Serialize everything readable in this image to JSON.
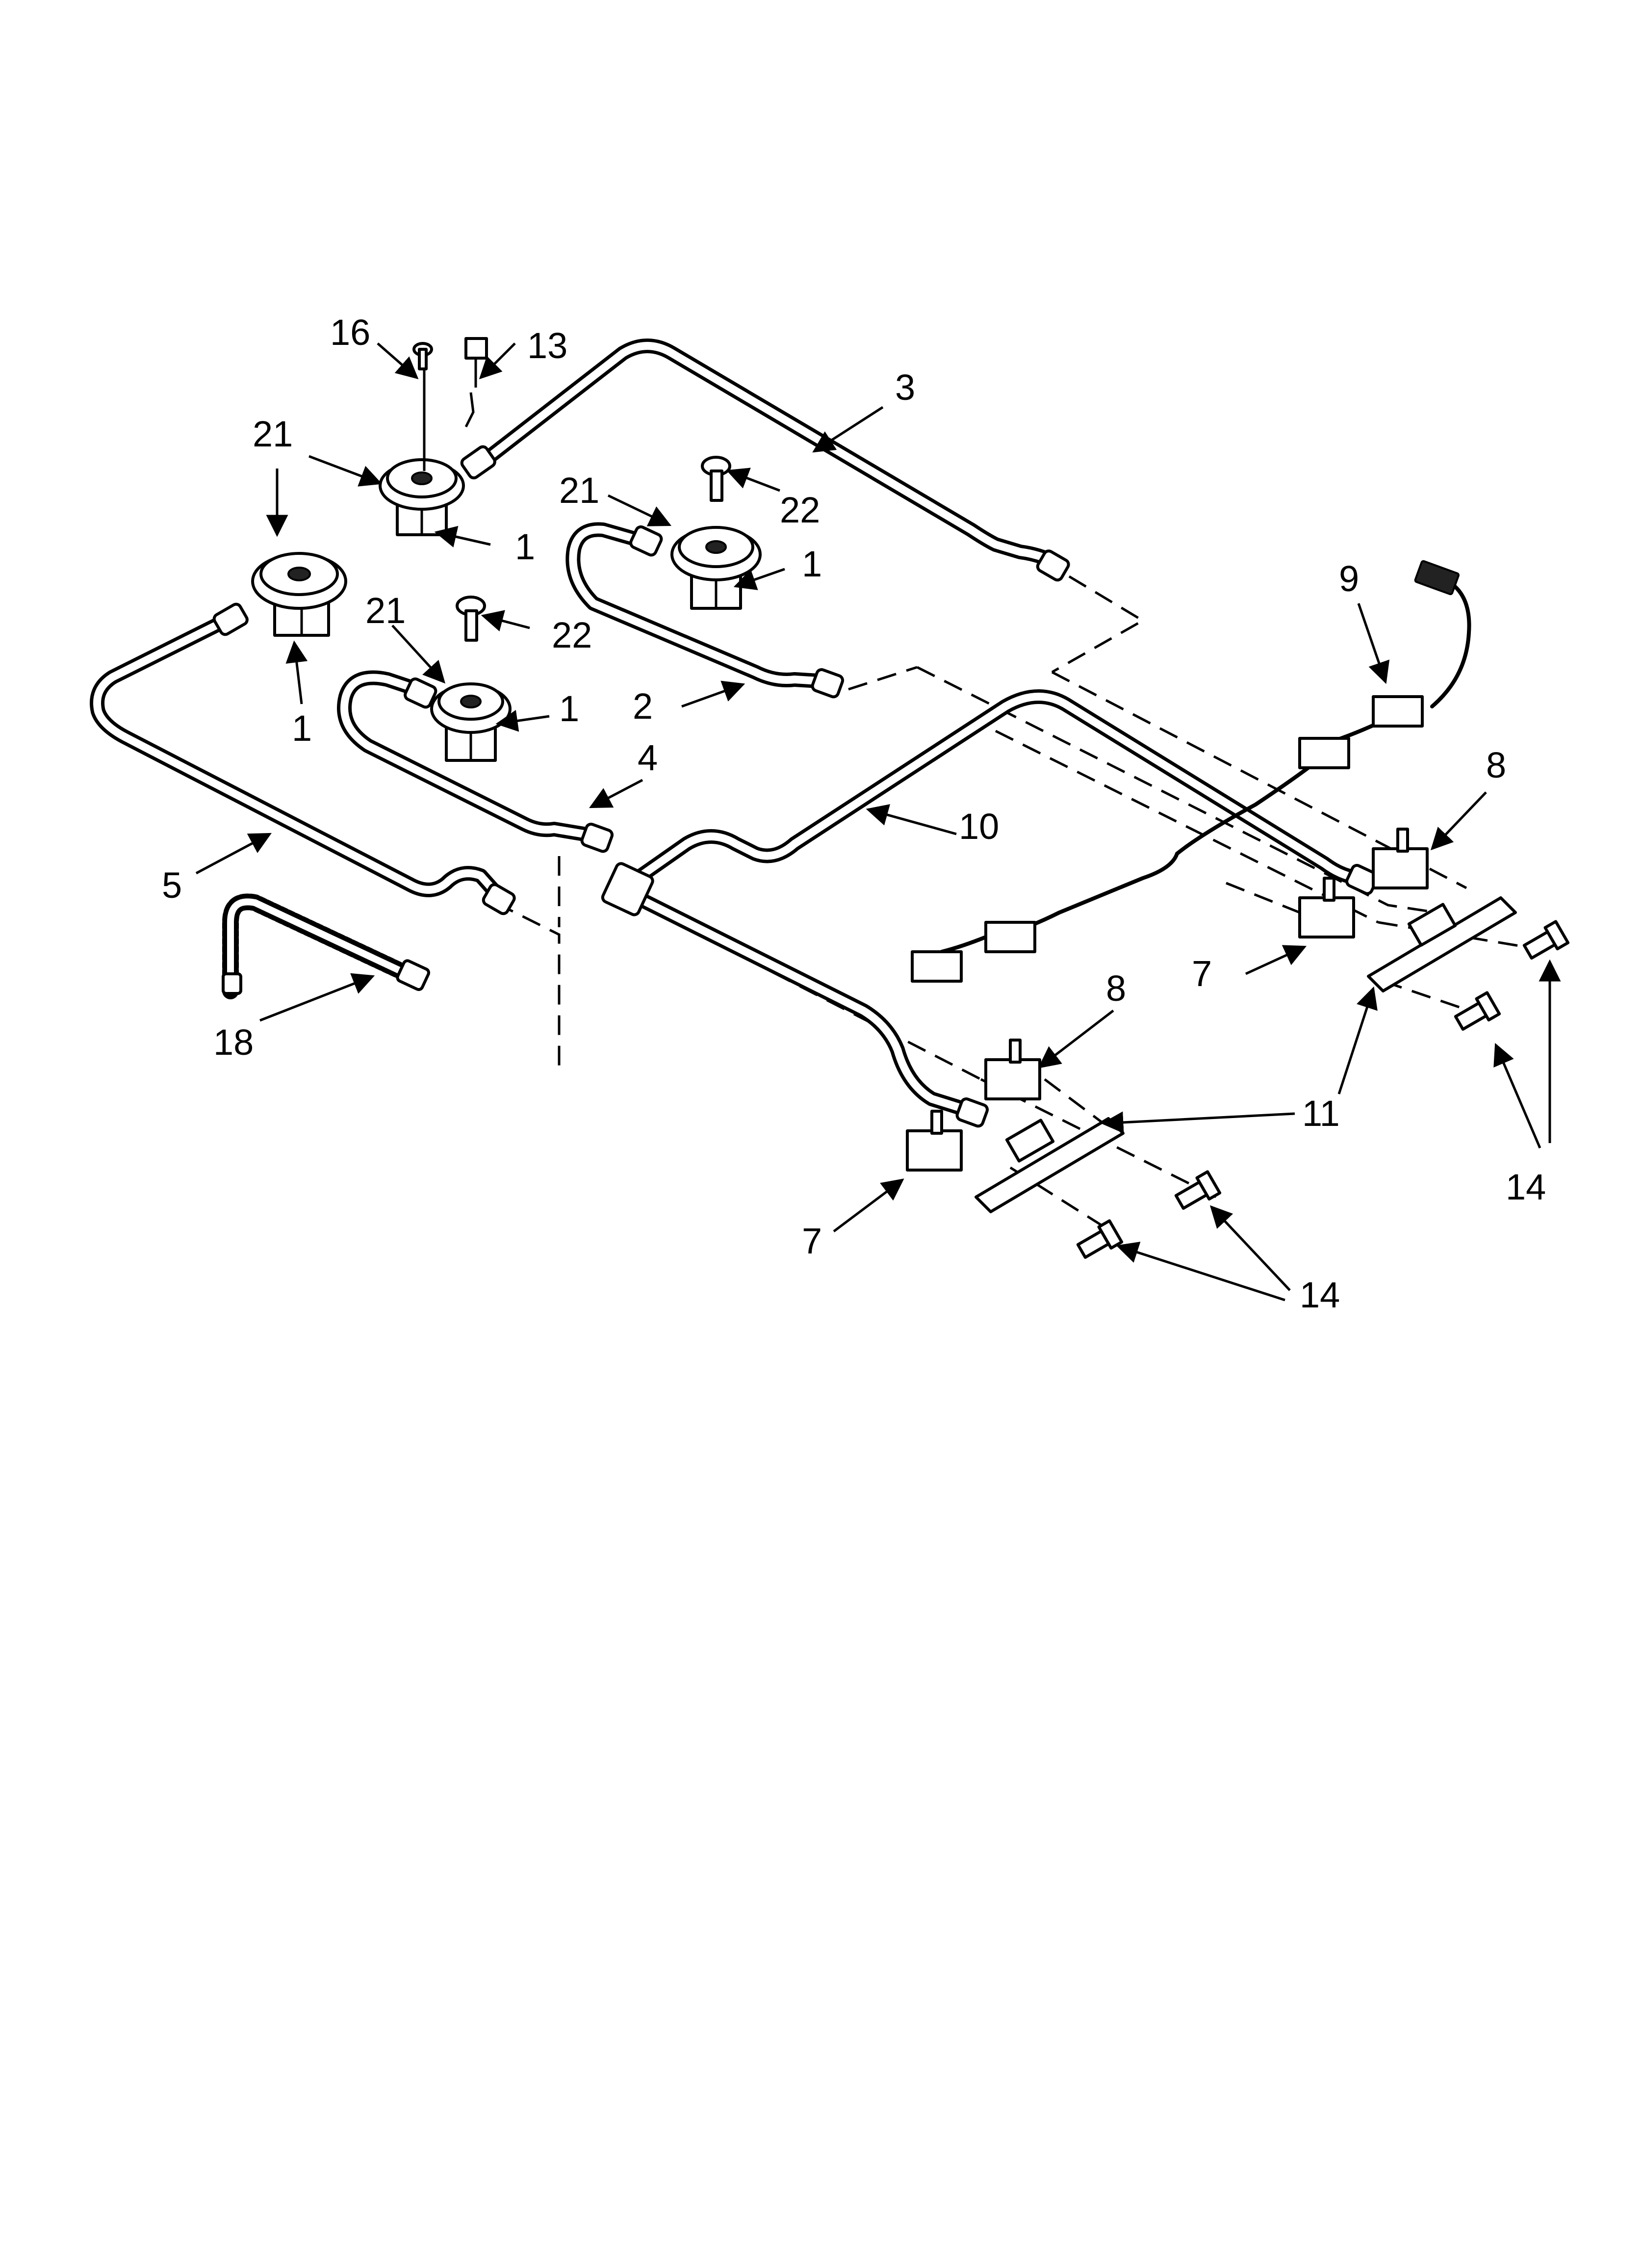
{
  "colors": {
    "ink": "#000000",
    "background": "#ffffff"
  },
  "callouts": {
    "c16": "16",
    "c13": "13",
    "c3": "3",
    "c21a": "21",
    "c1a": "1",
    "c21b": "21",
    "c22a": "22",
    "c1b": "1",
    "c21c": "21",
    "c22b": "22",
    "c1c": "1",
    "c1d": "1",
    "c9": "9",
    "c2": "2",
    "c4": "4",
    "c8a": "8",
    "c10": "10",
    "c5": "5",
    "c7a": "7",
    "c18": "18",
    "c8b": "8",
    "c11": "11",
    "c14a": "14",
    "c7b": "7",
    "c14b": "14"
  }
}
